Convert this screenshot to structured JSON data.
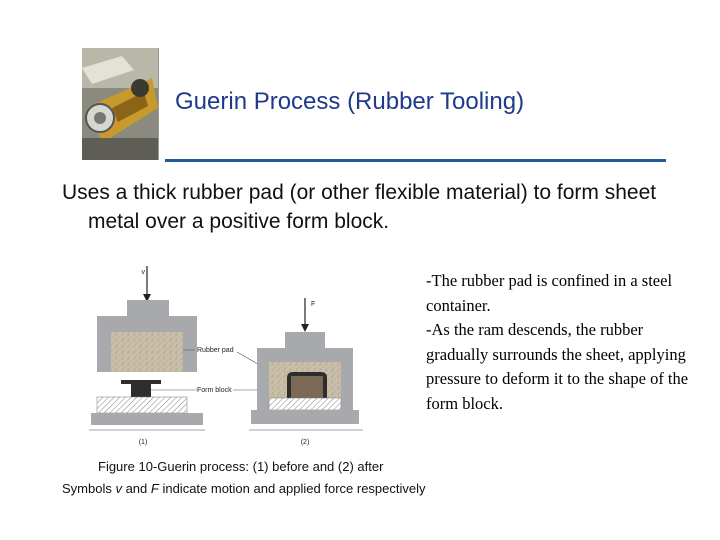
{
  "slide": {
    "title": "Guerin Process (Rubber Tooling)",
    "body": "Uses a thick rubber pad (or other flexible material) to form sheet metal over a positive form block."
  },
  "figure": {
    "labels": {
      "v": "v",
      "F": "F",
      "rubber_pad": "Rubber pad",
      "form_block": "Form block",
      "step1": "(1)",
      "step2": "(2)"
    },
    "caption_line1": "Figure 10‑Guerin process: (1) before and (2) after",
    "caption_line2": {
      "pre": "Symbols ",
      "v": "v",
      "mid": " and ",
      "F": "F",
      "post": " indicate motion and applied force respectively"
    }
  },
  "notes": [
    "-The rubber pad is confined in a steel container.",
    "-As the ram descends, the rubber gradually surrounds the sheet, applying pressure to deform it to the shape of the form block."
  ]
}
